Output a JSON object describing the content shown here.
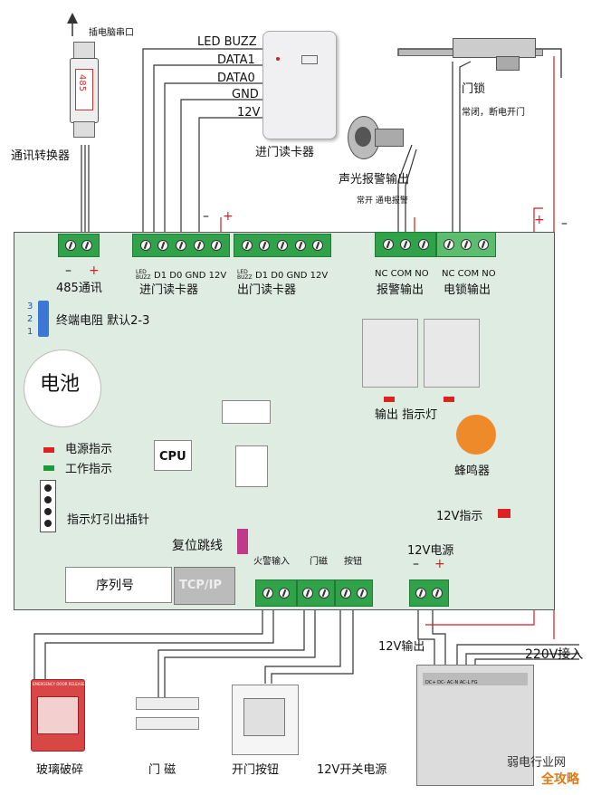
{
  "top": {
    "pc_serial": "插电脑串口",
    "converter": "通讯转换器",
    "converter_chip": "485",
    "reader_wires": [
      "LED BUZZ",
      "DATA1",
      "DATA0",
      "GND",
      "12V"
    ],
    "entry_reader": "进门读卡器",
    "lock": "门锁",
    "lock_note": "常闭，断电开门",
    "alarm": "声光报警输出",
    "alarm_note": "常开 通电报警",
    "minus": "–",
    "plus": "+"
  },
  "board": {
    "t485_label": "485通讯",
    "entry_pins": "D1 D0 GND 12V",
    "entry_led": "LED BUZZ",
    "entry_label": "进门读卡器",
    "exit_pins": "D1 D0 GND 12V",
    "exit_led": "LED BUZZ",
    "exit_label": "出门读卡器",
    "alarm_pins": "NC COM NO",
    "alarm_label": "报警输出",
    "lock_pins": "NC COM NO",
    "lock_label": "电锁输出",
    "jumper_nums": [
      "3",
      "2",
      "1"
    ],
    "jumper_label": "终端电阻 默认2-3",
    "battery": "电池",
    "output_led": "输出 指示灯",
    "power_led": "电源指示",
    "work_led": "工作指示",
    "cpu": "CPU",
    "buzzer": "蜂鸣器",
    "led_header": "指示灯引出插针",
    "v12_led": "12V指示",
    "reset_jumper": "复位跳线",
    "serial": "序列号",
    "tcpip": "TCP/IP",
    "fire_input": "火警输入",
    "door_sensor": "门磁",
    "button": "按钮",
    "power12": "12V电源",
    "minus": "–",
    "plus": "+"
  },
  "bottom": {
    "v12_out": "12V输出",
    "ac220": "220V接入",
    "glass": "玻璃破碎",
    "glass_top": "EMERGENCY DOOR RELEASE",
    "door_mag": "门 磁",
    "exit_button": "开门按钮",
    "psu": "12V开关电源",
    "psu_terms": "DC+ DC- AC-N AC-L FG",
    "watermark": "弱电行业网",
    "watermark2": "全攻略"
  },
  "colors": {
    "board": "#dfece2",
    "terminal": "#2fa24a",
    "wire": "#333333",
    "red_wire": "#cc2222",
    "buzzer": "#ee8a2a",
    "led_red": "#dd2222"
  }
}
